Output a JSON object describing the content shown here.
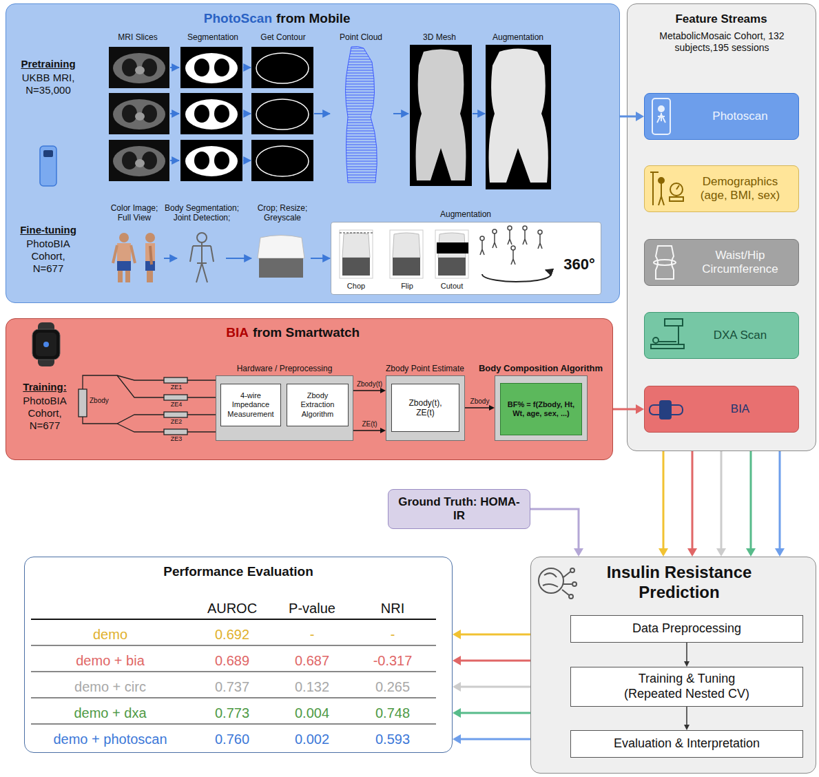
{
  "diagram": {
    "nodes": [
      {
        "text": [
          "PhotoScan",
          "from Mobile"
        ]
      },
      {
        "text": [
          "Augmentation",
          "Chop",
          "Flip",
          "Cutout",
          "360°"
        ],
        "in": 0
      },
      {
        "text": [
          "BIA",
          "from Smartwatch"
        ]
      },
      {
        "text": [
          "Hardware / Preprocessing"
        ],
        "in": 2
      },
      {
        "text": [
          "4-wire Impedance Measurement"
        ],
        "in": 3
      },
      {
        "text": [
          "Zbody Extraction Algorithm"
        ],
        "in": 3
      },
      {
        "text": [
          "Zbody Point Estimate"
        ],
        "in": 2
      },
      {
        "text": [
          "Zbody(t), ZE(t)"
        ],
        "in": 6
      },
      {
        "text": [
          "Body Composition Algorithm"
        ],
        "in": 2
      },
      {
        "text": [
          "BF% = f(Zbody, Ht, Wt, age, sex, ...)"
        ],
        "in": 8
      },
      {
        "text": [
          "Feature Streams",
          "MetabolicMosaic Cohort, 132 subjects,195 sessions"
        ]
      },
      {
        "text": [
          "Photoscan"
        ],
        "in": 10
      },
      {
        "text": [
          "Demographics (age, BMI, sex)"
        ],
        "in": 10
      },
      {
        "text": [
          "Waist/Hip Circumference"
        ],
        "in": 10
      },
      {
        "text": [
          "DXA Scan"
        ],
        "in": 10
      },
      {
        "text": [
          "BIA"
        ],
        "in": 10
      },
      {
        "text": [
          "Ground Truth: HOMA-IR"
        ]
      },
      {
        "text": [
          "Performance Evaluation"
        ]
      },
      {
        "text": [
          "Insulin Resistance Prediction"
        ]
      },
      {
        "text": [
          "Data Preprocessing"
        ],
        "in": 18
      },
      {
        "text": [
          "Training & Tuning (Repeated Nested CV)"
        ],
        "in": 18
      },
      {
        "text": [
          "Evaluation & Interpretation"
        ],
        "in": 18
      }
    ],
    "edges": [
      {
        "from": 0,
        "to": 11,
        "arrow": "to"
      },
      {
        "from": 2,
        "to": 15,
        "arrow": "to"
      },
      {
        "from": 3,
        "to": 6,
        "label": "Zbody(t)",
        "arrow": "to"
      },
      {
        "from": 3,
        "to": 6,
        "label": "ZE(t)",
        "arrow": "to"
      },
      {
        "from": 6,
        "to": 8,
        "label": "Zbody",
        "arrow": "to"
      },
      {
        "from": 16,
        "to": 18,
        "arrow": "to"
      },
      {
        "from": 10,
        "to": 18,
        "arrow": "to"
      },
      {
        "from": 10,
        "to": 18,
        "arrow": "to"
      },
      {
        "from": 10,
        "to": 18,
        "arrow": "to"
      },
      {
        "from": 10,
        "to": 18,
        "arrow": "to"
      },
      {
        "from": 10,
        "to": 18,
        "arrow": "to"
      },
      {
        "from": 18,
        "to": 17,
        "arrow": "to"
      },
      {
        "from": 18,
        "to": 17,
        "arrow": "to"
      },
      {
        "from": 18,
        "to": 17,
        "arrow": "to"
      },
      {
        "from": 18,
        "to": 17,
        "arrow": "to"
      },
      {
        "from": 18,
        "to": 17,
        "arrow": "to"
      },
      {
        "from": 19,
        "to": 20,
        "arrow": "to"
      },
      {
        "from": 20,
        "to": 21,
        "arrow": "to"
      }
    ],
    "labels": [
      "Pretraining",
      "UKBB MRI, N=35,000",
      "MRI Slices",
      "Segmentation",
      "Get Contour",
      "Point Cloud",
      "3D Mesh",
      "Augmentation",
      "Fine-tuning",
      "PhotoBIA Cohort, N=677",
      "Color Image; Full View",
      "Body Segmentation; Joint Detection;",
      "Crop; Resize; Greyscale",
      "Training:",
      "PhotoBIA Cohort, N=677",
      "Zbody",
      "ZE1",
      "ZE4",
      "ZE2",
      "ZE3",
      "AUROC",
      "P-value",
      "NRI",
      "demo",
      "0.692",
      "-",
      "-",
      "demo + bia",
      "0.689",
      "0.687",
      "-0.317",
      "demo + circ",
      "0.737",
      "0.132",
      "0.265",
      "demo + dxa",
      "0.773",
      "0.004",
      "0.748",
      "demo + photoscan",
      "0.760",
      "0.002",
      "0.593"
    ]
  }
}
